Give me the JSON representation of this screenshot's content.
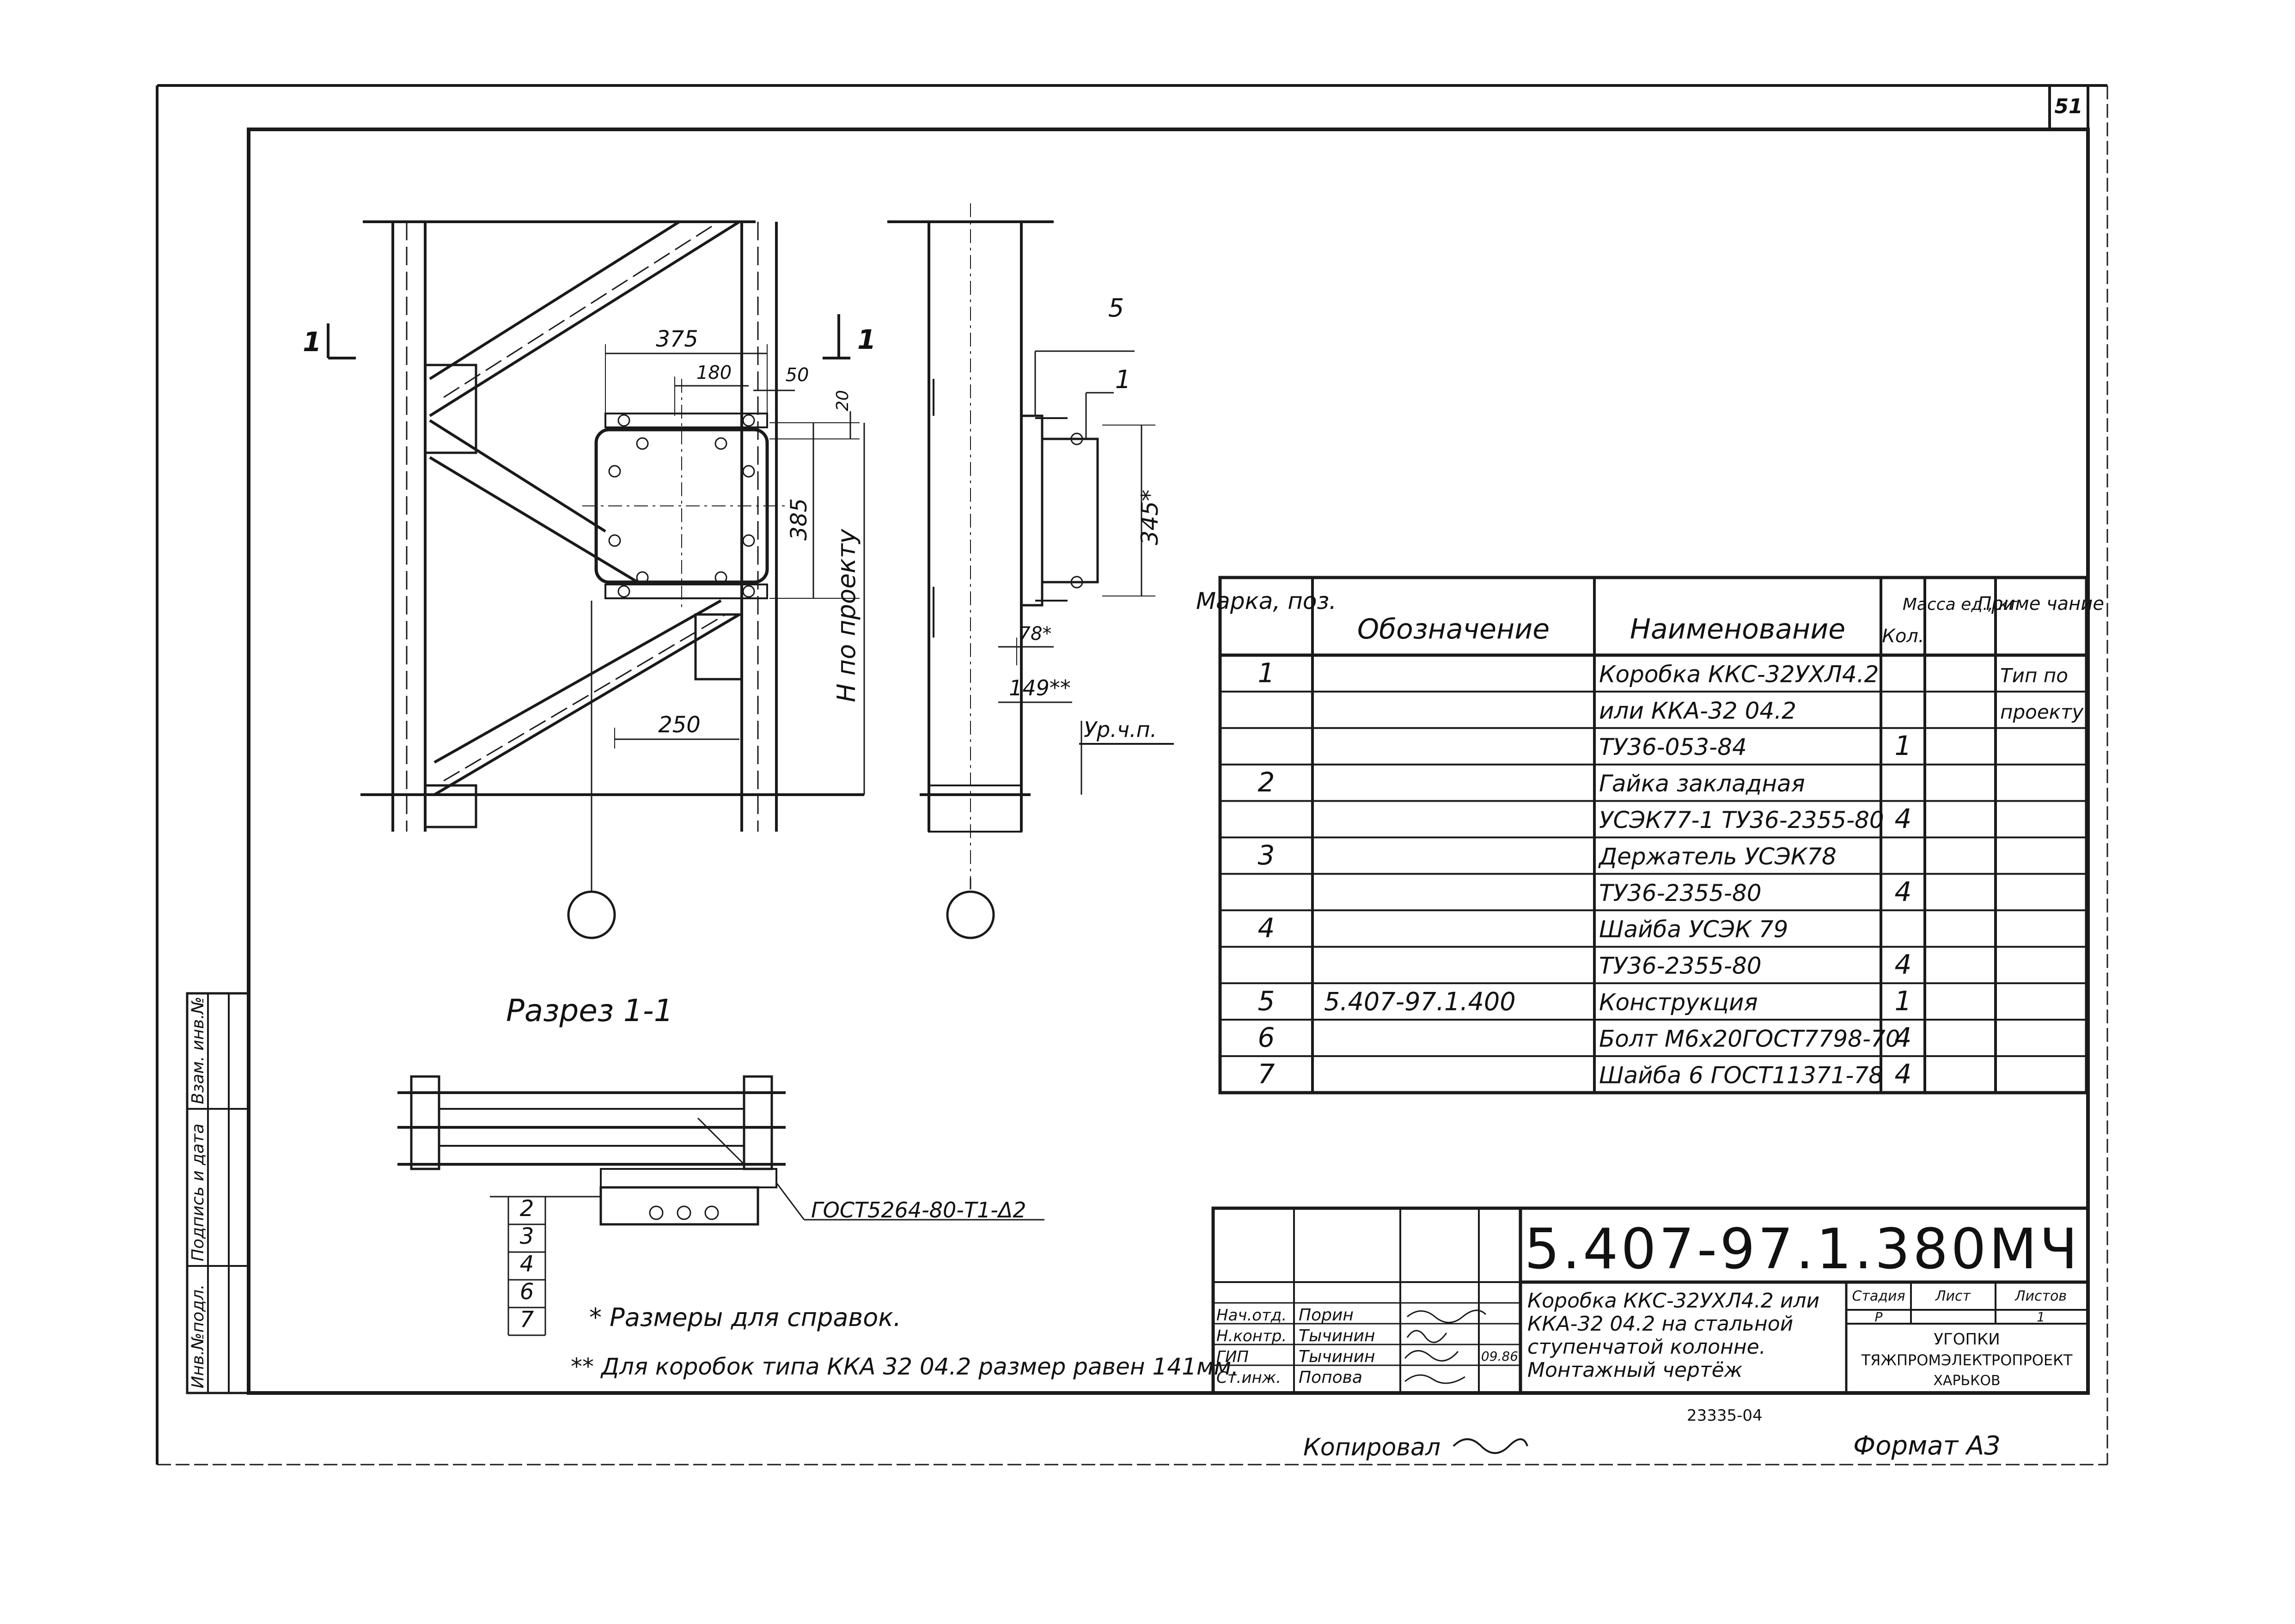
{
  "sheet_number": "51",
  "drawing": {
    "section_marker_left": "1",
    "section_marker_right": "1",
    "dim_375": "375",
    "dim_180": "180",
    "dim_50": "50",
    "dim_20": "20",
    "dim_385": "385",
    "dim_250": "250",
    "h_label": "H по проекту",
    "dim_345": "345*",
    "dim_78": "78*",
    "dim_149": "149**",
    "floor_level": "Ур.ч.п.",
    "callout_5": "5",
    "callout_1": "1",
    "section_title": "Разрез 1-1",
    "weld_note": "ГОСТ5264-80-Т1-Δ2",
    "stack_items": [
      "2",
      "3",
      "4",
      "6",
      "7"
    ]
  },
  "notes": {
    "note1": "* Размеры для справок.",
    "note2": "** Для коробок типа ККА 32 04.2 размер равен 141мм."
  },
  "spec_table": {
    "headers": {
      "mark": "Марка, поз.",
      "designation": "Обозначение",
      "name": "Наименование",
      "qty": "Кол.",
      "mass": "Масса ед., кг",
      "note": "Приме чание"
    },
    "rows": [
      {
        "mark": "1",
        "designation": "",
        "name": "Коробка ККС-32УХЛ4.2",
        "qty": "",
        "mass": "",
        "note": "Тип по"
      },
      {
        "mark": "",
        "designation": "",
        "name": "или ККА-32 04.2",
        "qty": "",
        "mass": "",
        "note": "проекту"
      },
      {
        "mark": "",
        "designation": "",
        "name": "ТУ36-053-84",
        "qty": "1",
        "mass": "",
        "note": ""
      },
      {
        "mark": "2",
        "designation": "",
        "name": "Гайка закладная",
        "qty": "",
        "mass": "",
        "note": ""
      },
      {
        "mark": "",
        "designation": "",
        "name": "УСЭК77-1 ТУ36-2355-80",
        "qty": "4",
        "mass": "",
        "note": ""
      },
      {
        "mark": "3",
        "designation": "",
        "name": "Держатель УСЭК78",
        "qty": "",
        "mass": "",
        "note": ""
      },
      {
        "mark": "",
        "designation": "",
        "name": "ТУ36-2355-80",
        "qty": "4",
        "mass": "",
        "note": ""
      },
      {
        "mark": "4",
        "designation": "",
        "name": "Шайба УСЭК 79",
        "qty": "",
        "mass": "",
        "note": ""
      },
      {
        "mark": "",
        "designation": "",
        "name": "ТУ36-2355-80",
        "qty": "4",
        "mass": "",
        "note": ""
      },
      {
        "mark": "5",
        "designation": "5.407-97.1.400",
        "name": "Конструкция",
        "qty": "1",
        "mass": "",
        "note": ""
      },
      {
        "mark": "6",
        "designation": "",
        "name": "Болт М6х20ГОСТ7798-70",
        "qty": "4",
        "mass": "",
        "note": ""
      },
      {
        "mark": "7",
        "designation": "",
        "name": "Шайба 6 ГОСТ11371-78",
        "qty": "4",
        "mass": "",
        "note": ""
      }
    ]
  },
  "side_stamp": {
    "col1": "Инв.№подл.",
    "col2": "Подпись и дата",
    "col3": "Взам. инв.№"
  },
  "title_block": {
    "code": "5.407-97.1.380МЧ",
    "title_line1": "Коробка ККС-32УХЛ4.2 или",
    "title_line2": "ККА-32 04.2 на стальной",
    "title_line3": "ступенчатой колонне.",
    "title_line4": "Монтажный чертёж",
    "stage_label": "Стадия",
    "sheet_label": "Лист",
    "sheets_label": "Листов",
    "stage_value": "Р",
    "sheets_value": "1",
    "org_line1": "УГОПКИ",
    "org_line2": "ТЯЖПРОМЭЛЕКТРОПРОЕКТ",
    "org_line3": "ХАРЬКОВ",
    "roles": [
      {
        "role": "Нач.отд.",
        "name": "Порин"
      },
      {
        "role": "Н.контр.",
        "name": "Тычинин"
      },
      {
        "role": "ГИП",
        "name": "Тычинин"
      },
      {
        "role": "Ст.инж.",
        "name": "Попова"
      }
    ],
    "date": "09.86"
  },
  "footer": {
    "copied_by": "Копировал",
    "inv_number": "23335-04",
    "format": "Формат А3"
  }
}
